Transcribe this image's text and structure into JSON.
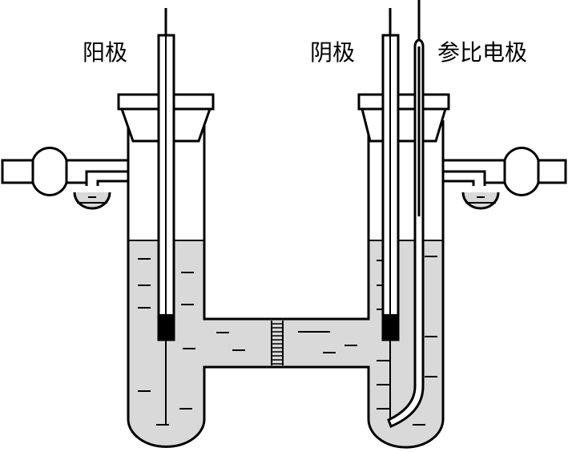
{
  "labels": {
    "anode": "阳极",
    "cathode": "阴极",
    "reference_electrode": "参比电极"
  },
  "colors": {
    "stroke": "#000000",
    "liquid": "#d9d9d9",
    "background": "#ffffff"
  }
}
